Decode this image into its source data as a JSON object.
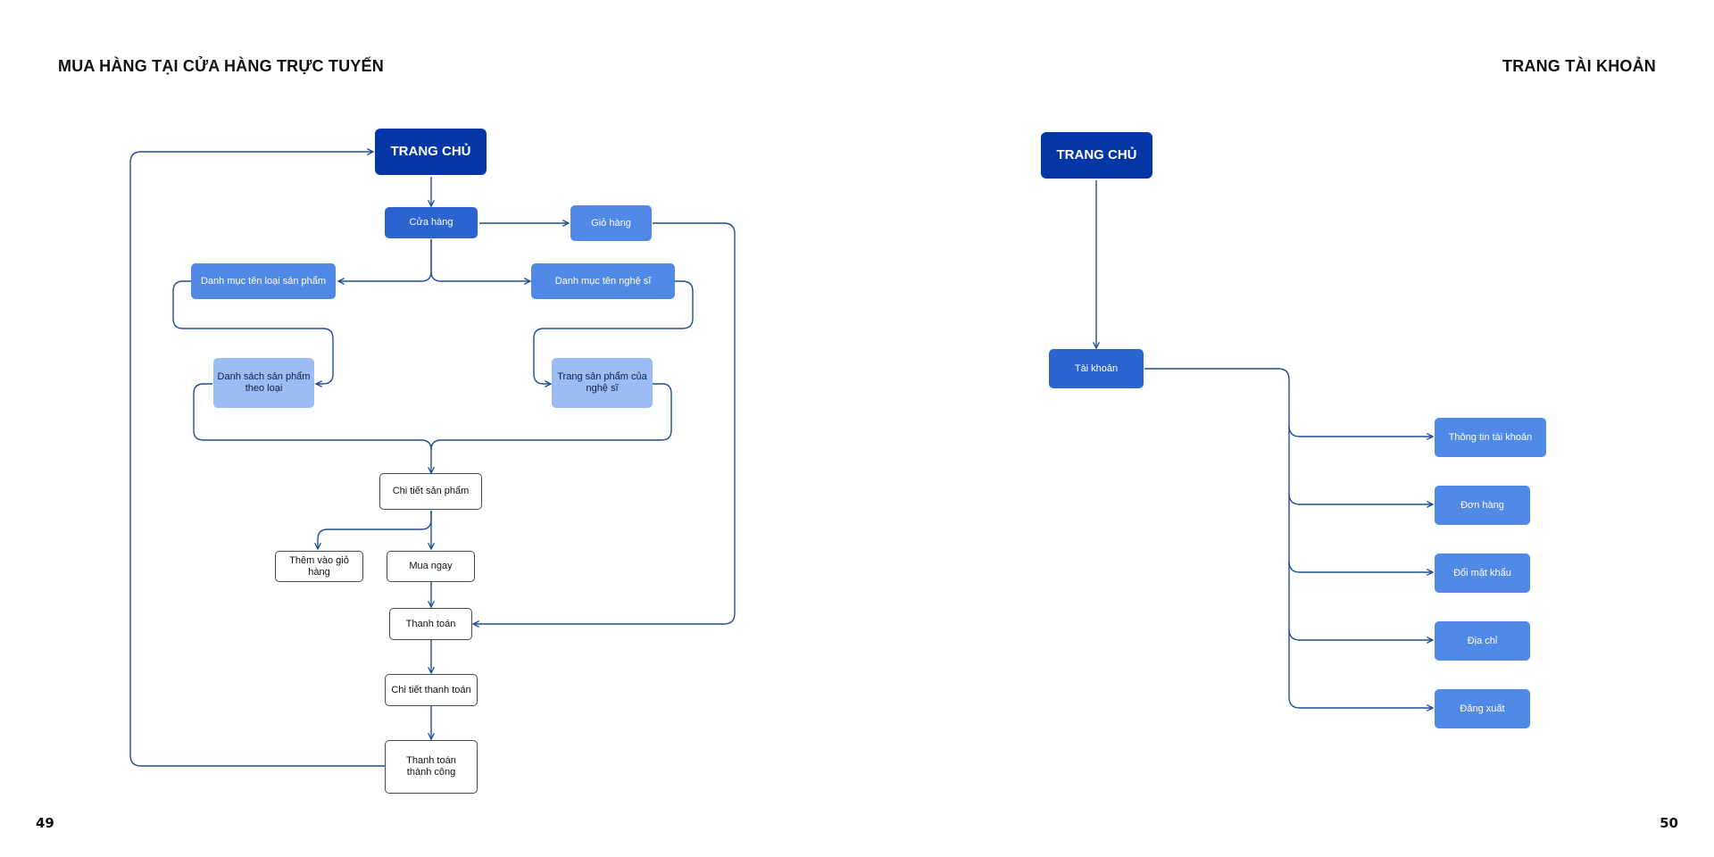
{
  "left": {
    "title": "MUA HÀNG TẠI CỬA HÀNG TRỰC TUYẾN",
    "page_number": "49",
    "nodes": {
      "home": "TRANG CHỦ",
      "store": "Cửa hàng",
      "cart": "Giỏ hàng",
      "category_product_type": "Danh mục tên loại sản phẩm",
      "category_artist": "Danh mục tên nghệ sĩ",
      "list_by_type": "Danh sách sản phẩm theo loại",
      "artist_product_page": "Trang sản phẩm của nghệ sĩ",
      "product_detail": "Chi tiết sản phẩm",
      "add_to_cart": "Thêm vào giỏ hàng",
      "buy_now": "Mua ngay",
      "checkout": "Thanh toán",
      "payment_detail": "Chi tiết thanh toán",
      "payment_success": "Thanh toán thành công"
    }
  },
  "right": {
    "title": "TRANG TÀI KHOẢN",
    "page_number": "50",
    "nodes": {
      "home": "TRANG CHỦ",
      "account": "Tài khoản",
      "account_info": "Thông tin tài khoản",
      "orders": "Đơn hàng",
      "change_password": "Đổi mật khẩu",
      "address": "Địa chỉ",
      "logout": "Đăng xuất"
    }
  },
  "colors": {
    "home": "#0536a5",
    "dark": "#2b63cf",
    "mid": "#518ae6",
    "pale": "#9bbcf5",
    "line": "#1f4f96"
  }
}
